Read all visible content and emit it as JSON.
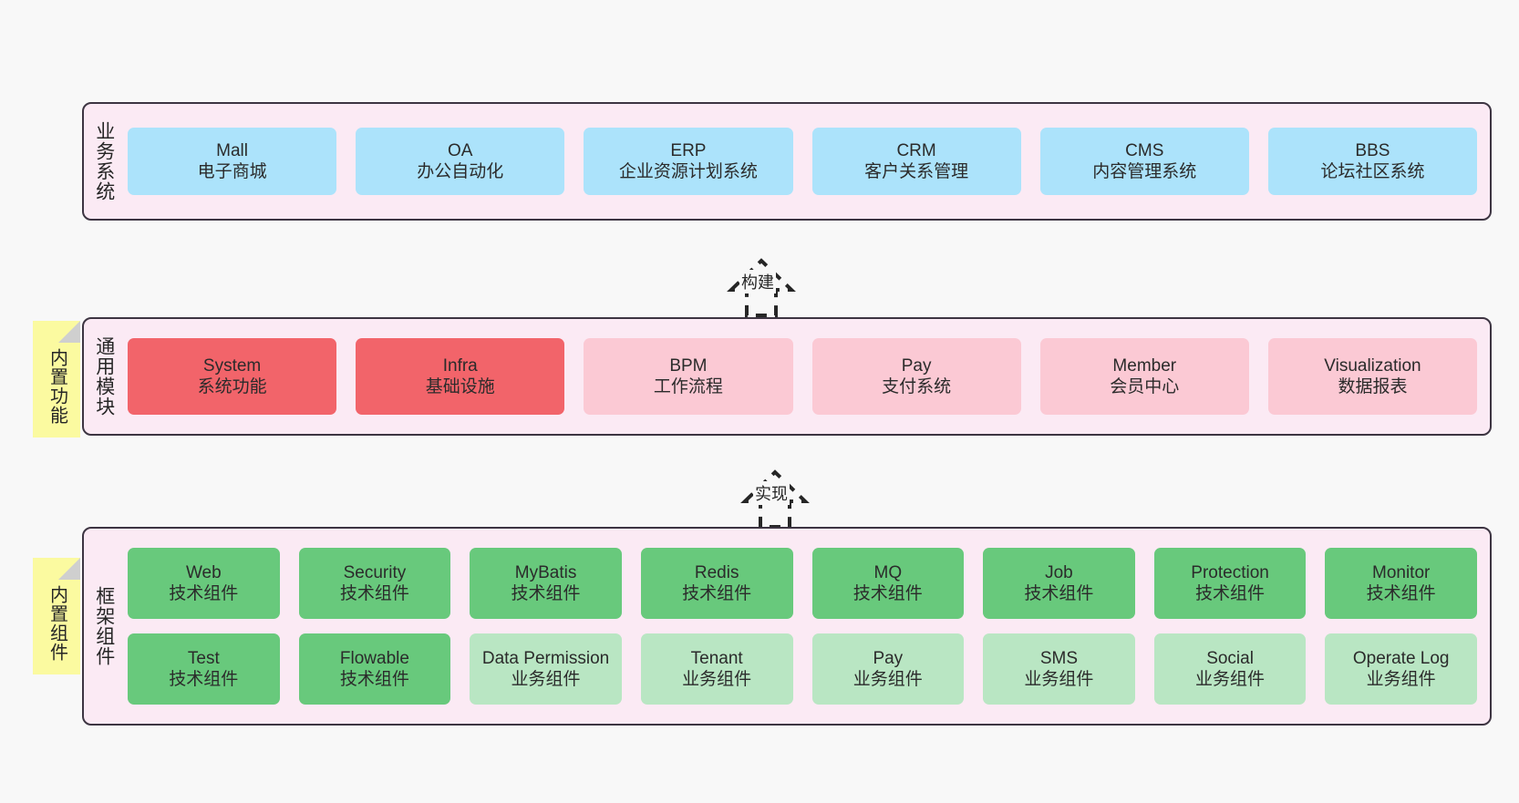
{
  "page": {
    "background": "#f8f8f8",
    "panel_fill": "#fbeaf4",
    "panel_border": "#3d3542",
    "note_fill": "#fbfaa0",
    "note_fold": "#cfcfcf"
  },
  "layers": [
    {
      "id": "business-system",
      "title": "业务系统",
      "note": null,
      "rows": [
        {
          "cards": [
            {
              "en": "Mall",
              "cn": "电子商城",
              "color": "#ace3fb",
              "style": "blue"
            },
            {
              "en": "OA",
              "cn": "办公自动化",
              "color": "#ace3fb",
              "style": "blue"
            },
            {
              "en": "ERP",
              "cn": "企业资源计划系统",
              "color": "#ace3fb",
              "style": "blue"
            },
            {
              "en": "CRM",
              "cn": "客户关系管理",
              "color": "#ace3fb",
              "style": "blue"
            },
            {
              "en": "CMS",
              "cn": "内容管理系统",
              "color": "#ace3fb",
              "style": "blue"
            },
            {
              "en": "BBS",
              "cn": "论坛社区系统",
              "color": "#ace3fb",
              "style": "blue"
            }
          ]
        }
      ]
    },
    {
      "id": "common-module",
      "title": "通用模块",
      "note": "内置功能",
      "rows": [
        {
          "cards": [
            {
              "en": "System",
              "cn": "系统功能",
              "color": "#f2646a",
              "style": "red"
            },
            {
              "en": "Infra",
              "cn": "基础设施",
              "color": "#f2646a",
              "style": "red"
            },
            {
              "en": "BPM",
              "cn": "工作流程",
              "color": "#fbc9d4",
              "style": "pink"
            },
            {
              "en": "Pay",
              "cn": "支付系统",
              "color": "#fbc9d4",
              "style": "pink"
            },
            {
              "en": "Member",
              "cn": "会员中心",
              "color": "#fbc9d4",
              "style": "pink"
            },
            {
              "en": "Visualization",
              "cn": "数据报表",
              "color": "#fbc9d4",
              "style": "pink"
            }
          ]
        }
      ]
    },
    {
      "id": "framework-component",
      "title": "框架组件",
      "note": "内置组件",
      "rows": [
        {
          "cards": [
            {
              "en": "Web",
              "cn": "技术组件",
              "color": "#68c97c",
              "style": "green"
            },
            {
              "en": "Security",
              "cn": "技术组件",
              "color": "#68c97c",
              "style": "green"
            },
            {
              "en": "MyBatis",
              "cn": "技术组件",
              "color": "#68c97c",
              "style": "green"
            },
            {
              "en": "Redis",
              "cn": "技术组件",
              "color": "#68c97c",
              "style": "green"
            },
            {
              "en": "MQ",
              "cn": "技术组件",
              "color": "#68c97c",
              "style": "green"
            },
            {
              "en": "Job",
              "cn": "技术组件",
              "color": "#68c97c",
              "style": "green"
            },
            {
              "en": "Protection",
              "cn": "技术组件",
              "color": "#68c97c",
              "style": "green"
            },
            {
              "en": "Monitor",
              "cn": "技术组件",
              "color": "#68c97c",
              "style": "green"
            }
          ]
        },
        {
          "cards": [
            {
              "en": "Test",
              "cn": "技术组件",
              "color": "#68c97c",
              "style": "green"
            },
            {
              "en": "Flowable",
              "cn": "技术组件",
              "color": "#68c97c",
              "style": "green"
            },
            {
              "en": "Data Permission",
              "cn": "业务组件",
              "color": "#b9e6c3",
              "style": "lightgreen"
            },
            {
              "en": "Tenant",
              "cn": "业务组件",
              "color": "#b9e6c3",
              "style": "lightgreen"
            },
            {
              "en": "Pay",
              "cn": "业务组件",
              "color": "#b9e6c3",
              "style": "lightgreen"
            },
            {
              "en": "SMS",
              "cn": "业务组件",
              "color": "#b9e6c3",
              "style": "lightgreen"
            },
            {
              "en": "Social",
              "cn": "业务组件",
              "color": "#b9e6c3",
              "style": "lightgreen"
            },
            {
              "en": "Operate Log",
              "cn": "业务组件",
              "color": "#b9e6c3",
              "style": "lightgreen"
            }
          ]
        }
      ]
    }
  ],
  "arrows": [
    {
      "id": "arrow-build",
      "label": "构建",
      "direction": "up",
      "style": "dashed-hollow"
    },
    {
      "id": "arrow-implement",
      "label": "实现",
      "direction": "up",
      "style": "dashed-hollow"
    }
  ]
}
